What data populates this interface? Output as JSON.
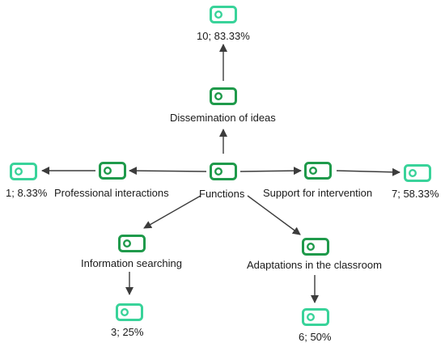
{
  "colors": {
    "primary_icon": "#1f9a4b",
    "leaf_icon": "#39d39a",
    "arrow": "#3c3c3c",
    "text": "#1a1a1a"
  },
  "icon": "toggle-icon",
  "nodes": {
    "functions": {
      "label": "Functions"
    },
    "dissemination": {
      "label": "Dissemination of ideas"
    },
    "dissemination_result": {
      "label": "10; 83.33%"
    },
    "professional": {
      "label": "Professional interactions"
    },
    "professional_result": {
      "label": "1; 8.33%"
    },
    "support": {
      "label": "Support for intervention"
    },
    "support_result": {
      "label": "7; 58.33%"
    },
    "information": {
      "label": "Information searching"
    },
    "information_result": {
      "label": "3; 25%"
    },
    "adaptations": {
      "label": "Adaptations in the classroom"
    },
    "adaptations_result": {
      "label": "6; 50%"
    }
  }
}
